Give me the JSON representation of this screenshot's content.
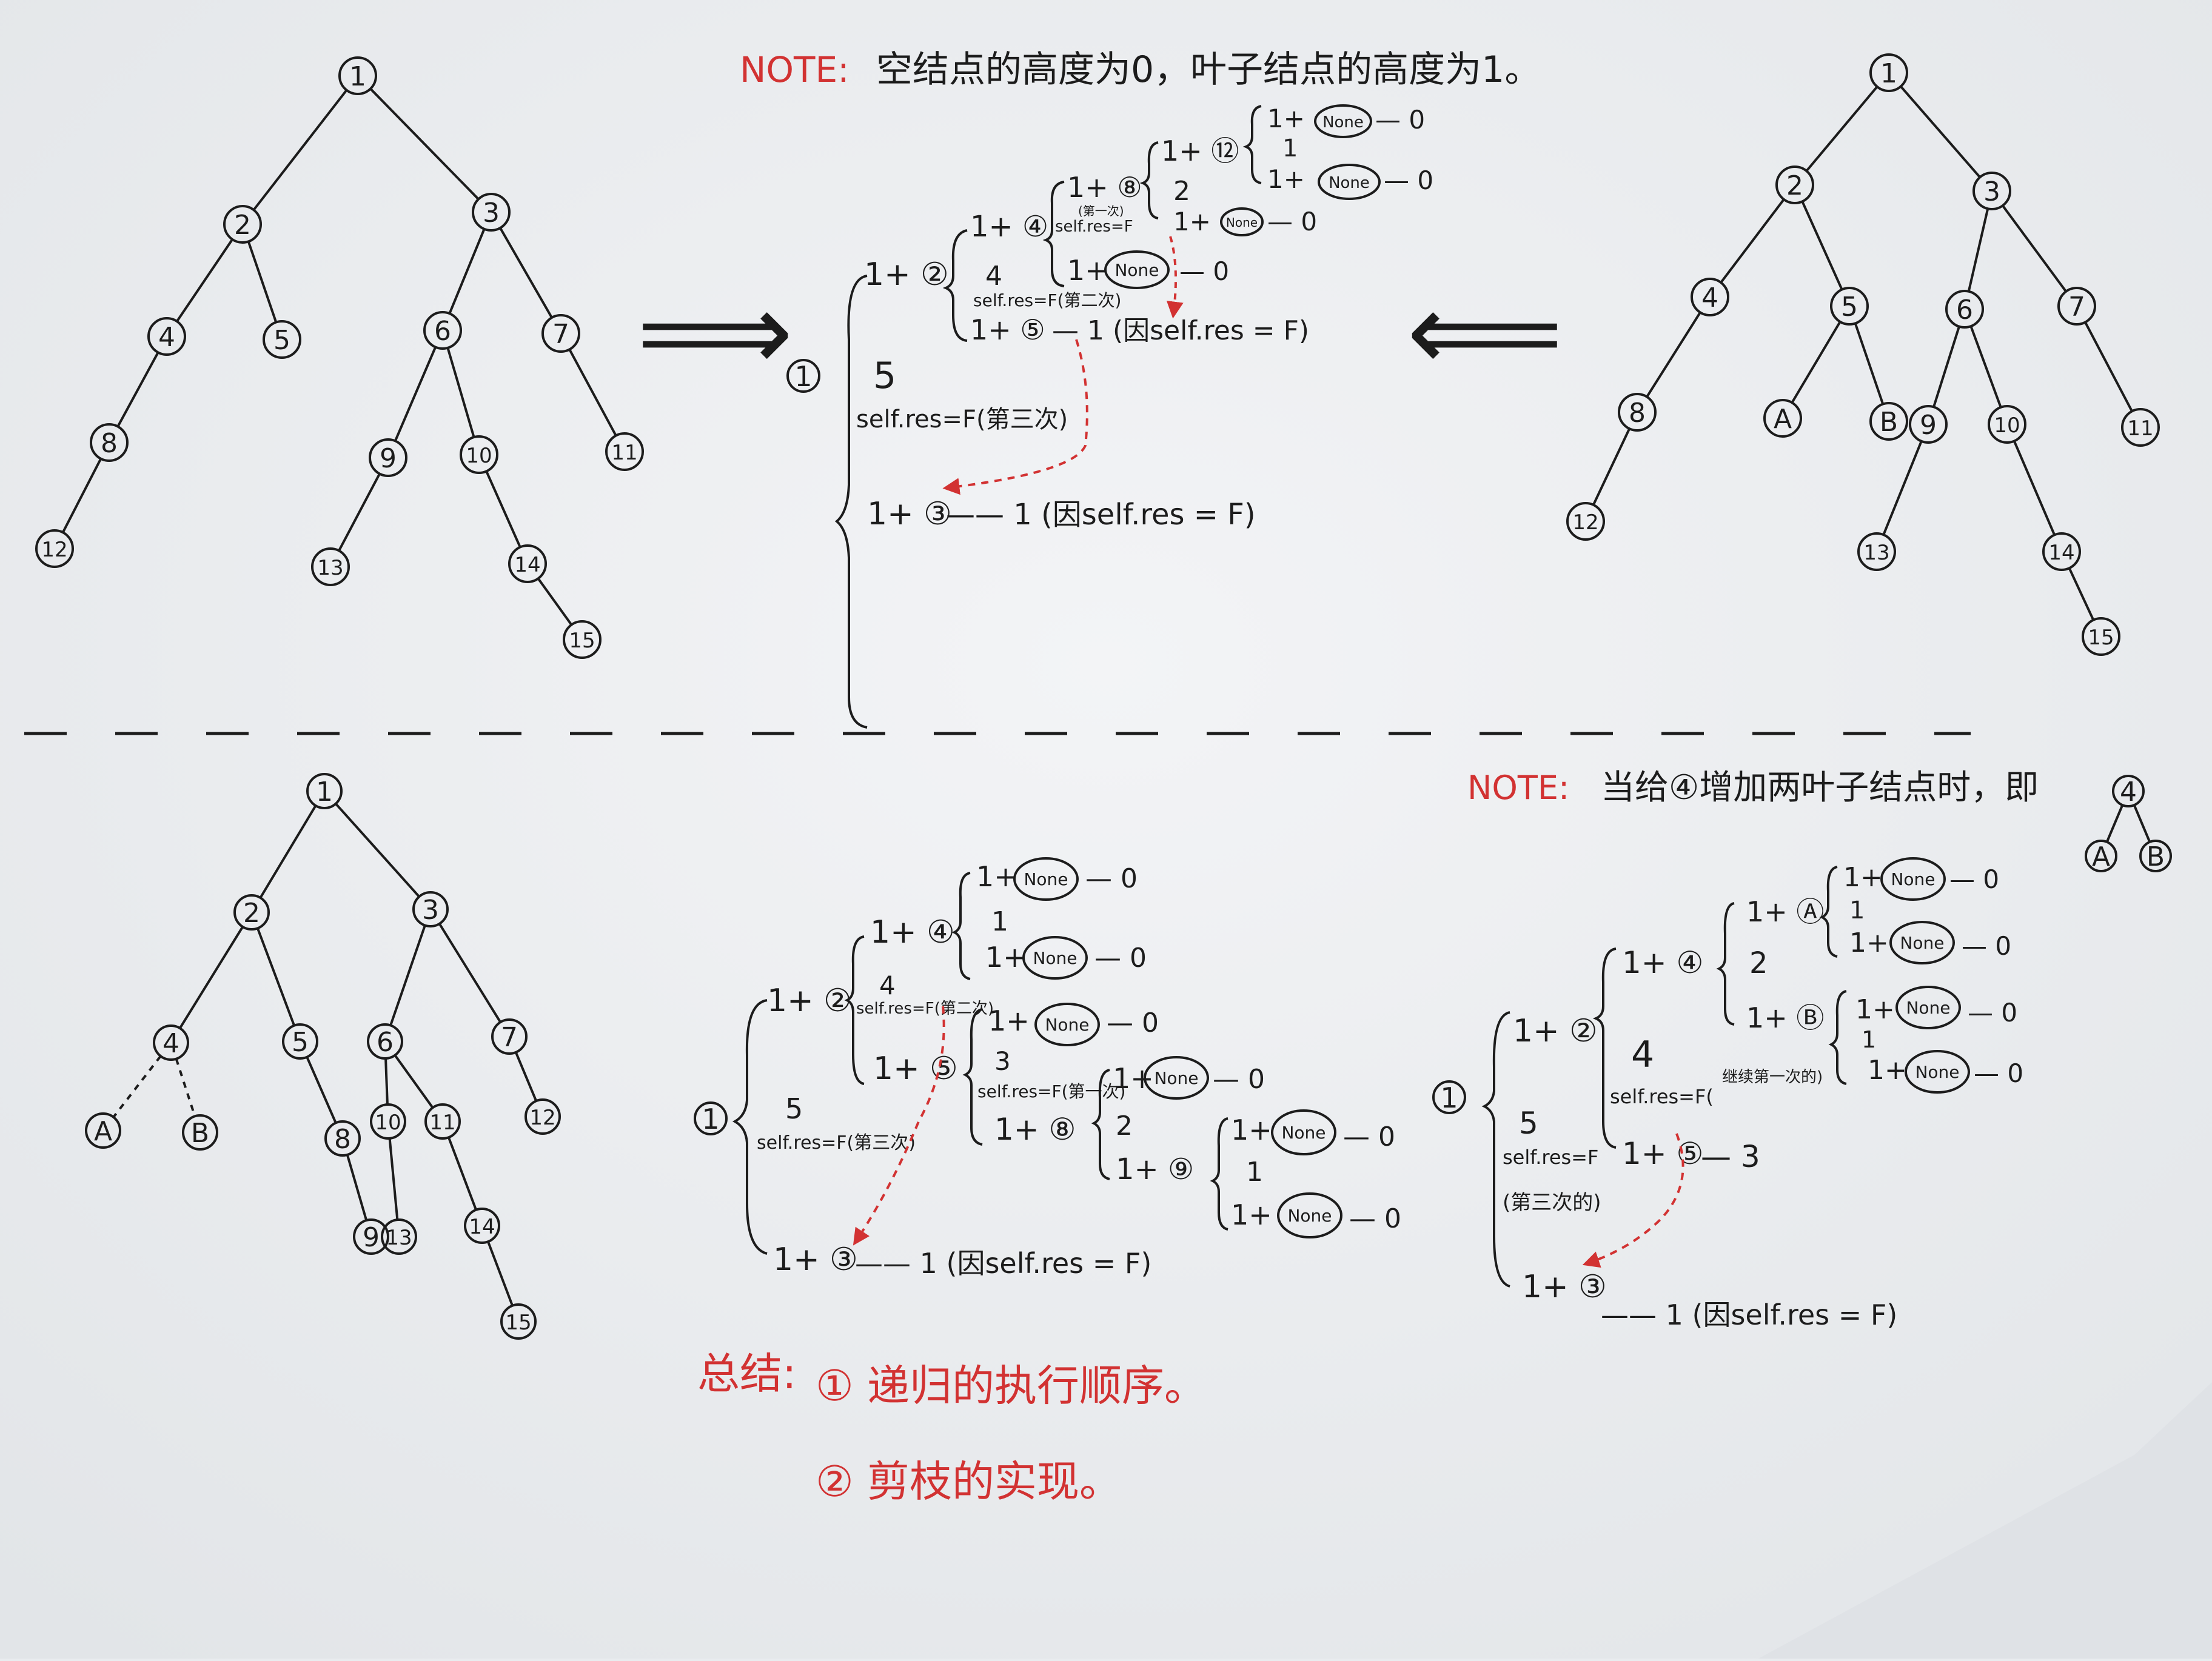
{
  "colors": {
    "ink": "#1c1c1c",
    "red": "#d23232",
    "paper": "#eef0f2"
  },
  "notes": {
    "top": {
      "label": "NOTE:",
      "text": "空结点的高度为0，叶子结点的高度为1。"
    },
    "bottom": {
      "label": "NOTE:",
      "text": "当给④增加两叶子结点时，即"
    }
  },
  "summary": {
    "label": "总结:",
    "item1": "① 递归的执行顺序。",
    "item2": "② 剪枝的实现。"
  },
  "node_labels": [
    "1",
    "2",
    "3",
    "4",
    "5",
    "6",
    "7",
    "8",
    "9",
    "10",
    "11",
    "12",
    "13",
    "14",
    "15",
    "A",
    "B"
  ],
  "trees": {
    "tl": {
      "edges": [
        [
          1,
          2
        ],
        [
          1,
          3
        ],
        [
          2,
          4
        ],
        [
          2,
          5
        ],
        [
          3,
          6
        ],
        [
          3,
          7
        ],
        [
          4,
          8
        ],
        [
          8,
          12
        ],
        [
          6,
          9
        ],
        [
          6,
          10
        ],
        [
          7,
          11
        ],
        [
          9,
          13
        ],
        [
          10,
          14
        ],
        [
          14,
          15
        ]
      ]
    },
    "tr": {
      "edges": [
        [
          1,
          2
        ],
        [
          1,
          3
        ],
        [
          2,
          4
        ],
        [
          2,
          5
        ],
        [
          3,
          6
        ],
        [
          3,
          7
        ],
        [
          4,
          8
        ],
        [
          8,
          12
        ],
        [
          5,
          "A"
        ],
        [
          5,
          "B"
        ],
        [
          6,
          9
        ],
        [
          6,
          10
        ],
        [
          7,
          11
        ],
        [
          9,
          13
        ],
        [
          10,
          14
        ],
        [
          14,
          15
        ]
      ]
    },
    "bl": {
      "edges": [
        [
          1,
          2
        ],
        [
          1,
          3
        ],
        [
          2,
          4
        ],
        [
          2,
          5
        ],
        [
          3,
          6
        ],
        [
          3,
          7
        ],
        [
          5,
          8
        ],
        [
          6,
          10
        ],
        [
          6,
          11
        ],
        [
          7,
          12
        ],
        [
          8,
          9
        ],
        [
          10,
          13
        ],
        [
          11,
          14
        ],
        [
          14,
          15
        ]
      ],
      "dashed": [
        [
          4,
          "A"
        ],
        [
          4,
          "B"
        ]
      ]
    },
    "mini": {
      "edges": [
        [
          4,
          "A"
        ],
        [
          4,
          "B"
        ]
      ]
    }
  },
  "symbols": {
    "none": "None",
    "arrow_right": "⟹",
    "arrow_left": "⟸"
  },
  "trace_top": {
    "root": "1",
    "r1": "1+ ②",
    "r2": "1+ ④",
    "r3": "1+ ⑧",
    "r4": "1+ ⑫",
    "r4a": "1+",
    "r4a_end": "— 0",
    "r4b": "1",
    "r4c": "1+",
    "r4c_end": "— 0",
    "v8": "2",
    "n8_note": "(第一次)",
    "n8_res": "self.res=F",
    "r8b": "1+",
    "r8b_end": "— 0",
    "r4d": "1+",
    "r4d_end": "— 0",
    "v4": "4",
    "n4_res": "self.res=F(第二次)",
    "r5": "1+ ⑤",
    "r5_end": "— 1 (因self.res = F)",
    "v2": "5",
    "n2_res": "self.res=F(第三次)",
    "r3b": "1+ ③",
    "r3b_end": "—— 1 (因self.res = F)"
  },
  "trace_bl": {
    "root": "1",
    "r2": "1+ ②",
    "r4": "1+ ④",
    "r4a": "1+",
    "r4a_end": "— 0",
    "r4b": "1",
    "r4c": "1+",
    "r4c_end": "— 0",
    "v4": "4",
    "n4_res": "self.res=F(第二次)",
    "r5": "1+ ⑤",
    "r5a": "1+",
    "r5a_end": "— 0",
    "v5": "3",
    "n5_res": "self.res=F(第一次)",
    "r8": "1+ ⑧",
    "r8a": "1+",
    "r8a_end": "— 0",
    "v8": "2",
    "r9": "1+ ⑨",
    "r9a": "1+",
    "r9a_end": "— 0",
    "r9b": "1",
    "r9c": "1+",
    "r9c_end": "— 0",
    "v2": "5",
    "n2_res": "self.res=F(第三次)",
    "r3": "1+ ③",
    "r3_end": "—— 1 (因self.res = F)"
  },
  "trace_br": {
    "root": "1",
    "r2": "1+ ②",
    "r4": "1+ ④",
    "rA": "1+ Ⓐ",
    "rAa": "1+",
    "rAa_end": "— 0",
    "rAb": "1",
    "rAc": "1+",
    "rAc_end": "— 0",
    "v4": "2",
    "rB": "1+ Ⓑ",
    "rBa": "1+",
    "rBa_end": "— 0",
    "rBb": "1",
    "rBc": "1+",
    "rBc_end": "— 0",
    "v2": "4",
    "n2_res": "self.res=F(",
    "n2_note": "继续第一次的)",
    "r5": "1+ ⑤",
    "r5_end": "— 3",
    "v1": "5",
    "n1_res": "self.res=F",
    "n1_note": "(第三次的)",
    "r3": "1+ ③",
    "r3_end": "—— 1 (因self.res = F)"
  }
}
